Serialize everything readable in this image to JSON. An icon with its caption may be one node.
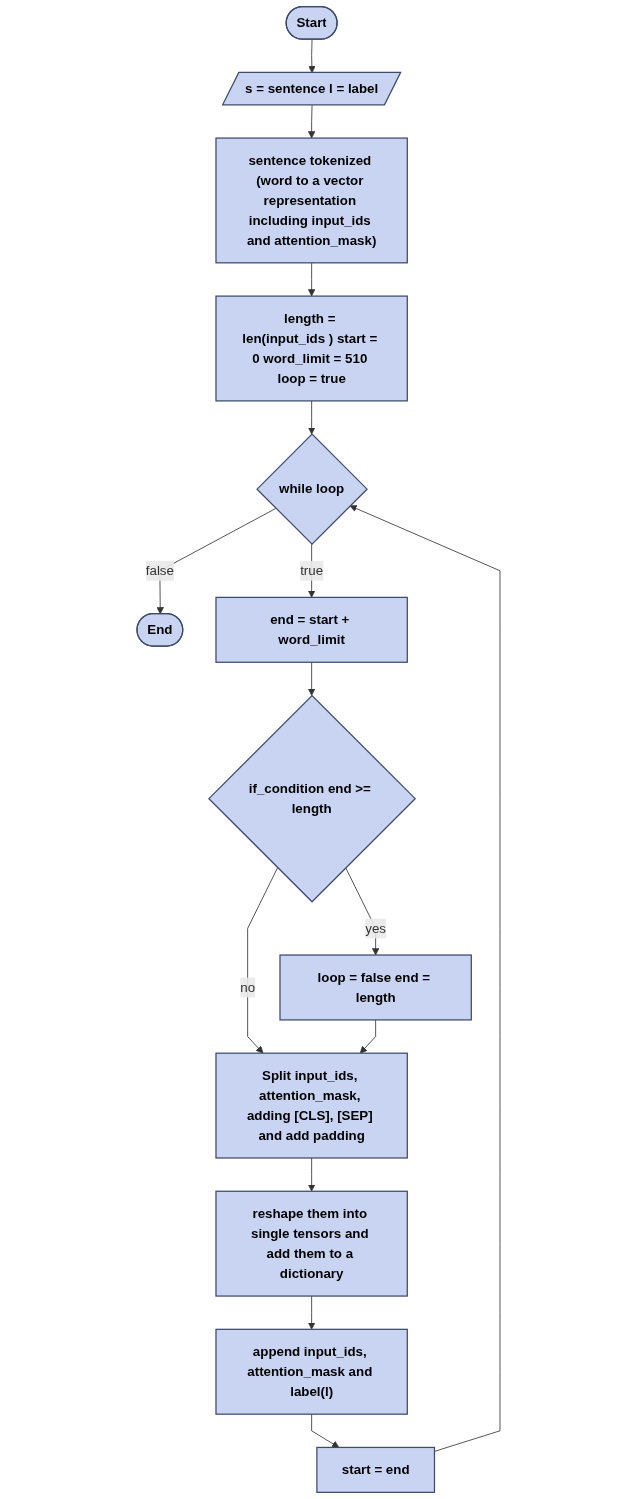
{
  "diagram": {
    "nodes": [
      {
        "text": [
          "Start"
        ]
      },
      {
        "text": [
          "s = sentence l = label"
        ]
      },
      {
        "text": [
          "sentence tokenized (word to a vector representation including input_ids and attention_mask)"
        ]
      },
      {
        "text": [
          "length = len(input_ids ) start = 0 word_limit = 510 loop = true"
        ]
      },
      {
        "text": [
          "while loop"
        ]
      },
      {
        "text": [
          "End"
        ]
      },
      {
        "text": [
          "end = start + word_limit"
        ]
      },
      {
        "text": [
          "if_condition end >= length"
        ]
      },
      {
        "text": [
          "loop = false end = length"
        ]
      },
      {
        "text": [
          "Split input_ids, attention_mask, adding [CLS], [SEP] and add padding"
        ]
      },
      {
        "text": [
          "reshape them into single tensors and add them to a dictionary"
        ]
      },
      {
        "text": [
          "append input_ids, attention_mask and label(l)"
        ]
      },
      {
        "text": [
          "start = end"
        ]
      }
    ],
    "edges": [
      {
        "from": 0,
        "to": 1,
        "arrow": "to"
      },
      {
        "from": 1,
        "to": 2,
        "arrow": "to"
      },
      {
        "from": 2,
        "to": 3,
        "arrow": "to"
      },
      {
        "from": 3,
        "to": 4,
        "arrow": "to"
      },
      {
        "from": 4,
        "to": 5,
        "arrow": "to",
        "label": "false"
      },
      {
        "from": 4,
        "to": 6,
        "arrow": "to",
        "label": "true"
      },
      {
        "from": 6,
        "to": 7,
        "arrow": "to"
      },
      {
        "from": 7,
        "to": 8,
        "arrow": "to",
        "label": "yes"
      },
      {
        "from": 7,
        "to": 9,
        "arrow": "to",
        "label": "no"
      },
      {
        "from": 8,
        "to": 9,
        "arrow": "to"
      },
      {
        "from": 9,
        "to": 10,
        "arrow": "to"
      },
      {
        "from": 10,
        "to": 11,
        "arrow": "to"
      },
      {
        "from": 11,
        "to": 12,
        "arrow": "to"
      },
      {
        "from": 12,
        "to": 4,
        "arrow": "to"
      }
    ]
  }
}
